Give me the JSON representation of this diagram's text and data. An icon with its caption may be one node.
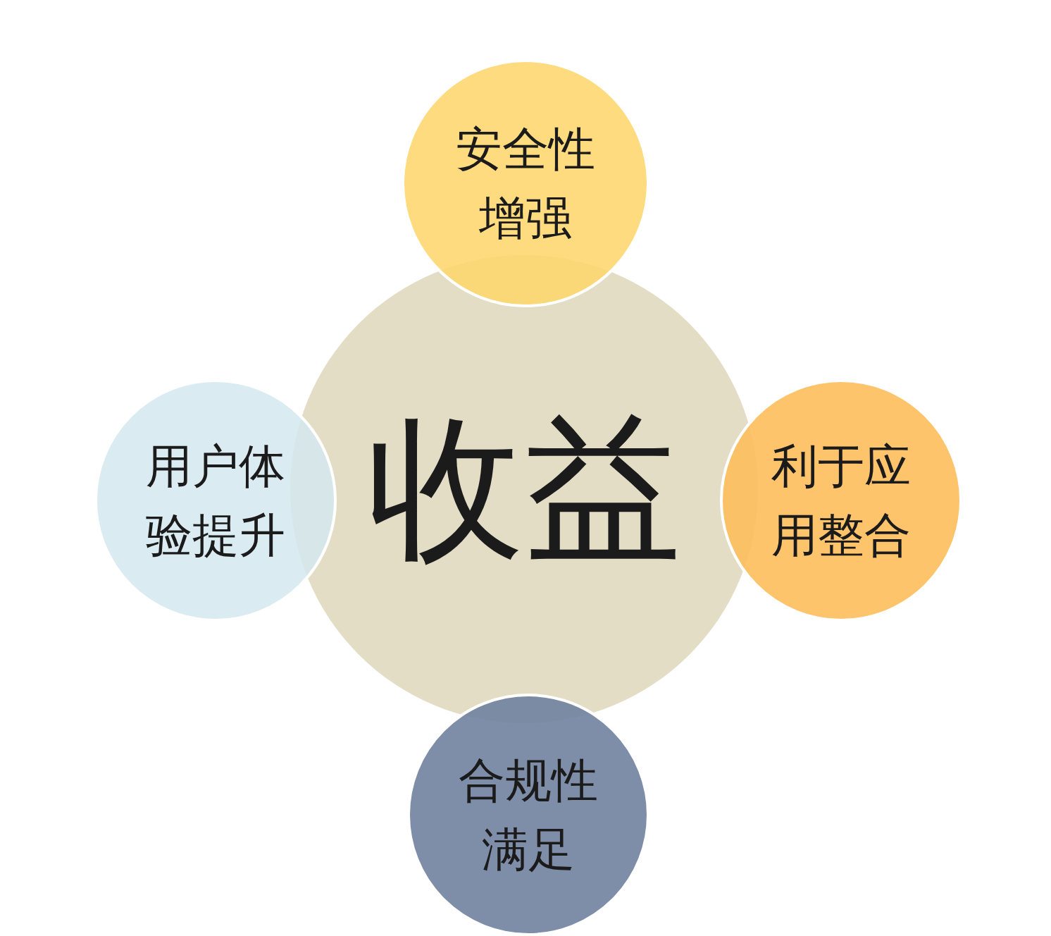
{
  "diagram": {
    "nodes": [
      {
        "text": [
          "安全性增强"
        ]
      },
      {
        "text": [
          "用户体验提升"
        ]
      },
      {
        "text": [
          "收益"
        ]
      },
      {
        "text": [
          "利于应用整合"
        ]
      },
      {
        "text": [
          "合规性满足"
        ]
      }
    ]
  }
}
